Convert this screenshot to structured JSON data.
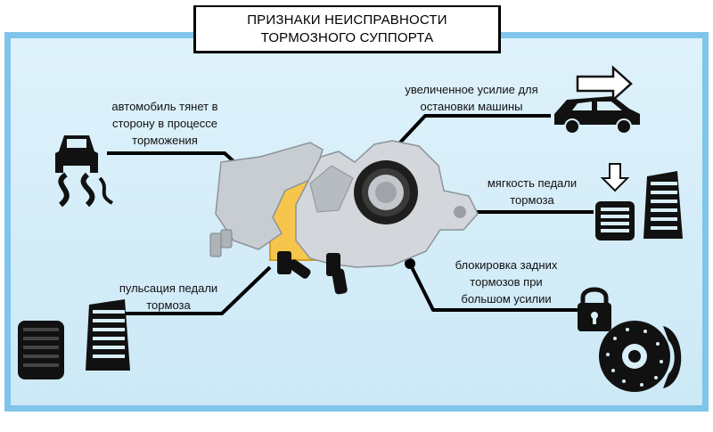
{
  "title": {
    "line1": "ПРИЗНАКИ НЕИСПРАВНОСТИ",
    "line2": "ТОРМОЗНОГО СУППОРТА"
  },
  "symptoms": {
    "pull": {
      "line1": "автомобиль тянет в",
      "line2": "сторону в процессе",
      "line3": "торможения"
    },
    "force": {
      "line1": "увеличенное усилие  для",
      "line2": "остановки машины"
    },
    "soft": {
      "line1": "мягкость педали",
      "line2": "тормоза"
    },
    "pulse": {
      "line1": "пульсация педали",
      "line2": "тормоза"
    },
    "lock": {
      "line1": "блокировка задних",
      "line2": "тормозов при",
      "line3": "большом усилии"
    }
  },
  "icons": [
    "skidding-car-icon",
    "car-icon",
    "arrow-right-icon",
    "brake-pedal-icon",
    "arrow-down-icon",
    "padlock-icon",
    "brake-disc-icon",
    "brake-caliper-image"
  ],
  "colors": {
    "frame": "#7fc4ea",
    "panel": "#d8eef9",
    "line": "#000000",
    "accent": "#f6c64c"
  }
}
